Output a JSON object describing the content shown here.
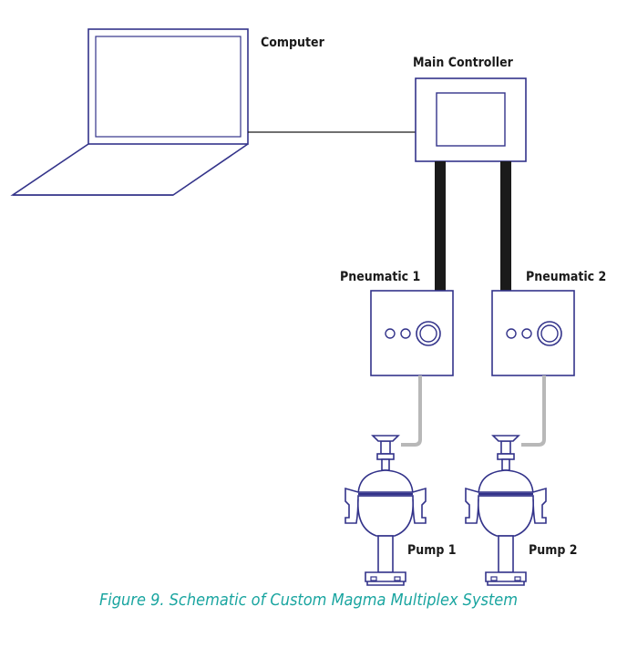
{
  "labels": {
    "computer": "Computer",
    "main_controller": "Main Controller",
    "pneumatic_1": "Pneumatic 1",
    "pneumatic_2": "Pneumatic 2",
    "pump_1": "Pump 1",
    "pump_2": "Pump 2"
  },
  "caption": "Figure 9. Schematic of Custom Magma Multiplex System",
  "colors": {
    "outline": "#33338a",
    "cable": "#1a1a1a",
    "air_line": "#b8b8b8",
    "caption": "#1aa5a0"
  },
  "icons": [
    "laptop-icon",
    "controller-icon",
    "pneumatic-icon",
    "pump-icon"
  ]
}
